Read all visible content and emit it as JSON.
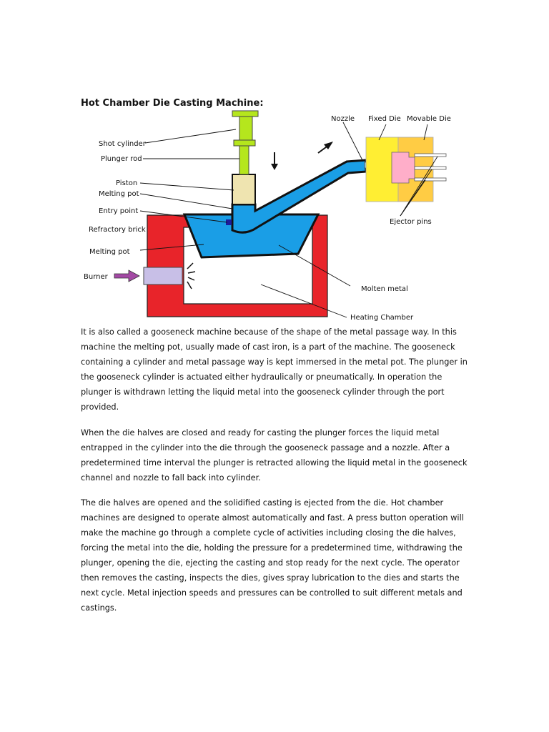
{
  "document": {
    "title": "Hot Chamber Die Casting Machine:",
    "diagram_labels": {
      "shot_cylinder": "Shot cylinder",
      "plunger_rod": "Plunger rod",
      "piston": "Piston",
      "melting_pot_top": "Melting pot",
      "entry_point": "Entry point",
      "refractory_brick": "Refractory brick",
      "melting_pot": "Melting pot",
      "burner": "Burner",
      "nozzle": "Nozzle",
      "fixed_die": "Fixed Die",
      "movable_die": "Movable Die",
      "ejector_pins": "Ejector pins",
      "molten_metal": "Molten metal",
      "heating_chamber": "Heating Chamber"
    },
    "colors": {
      "refractory": "#e8242a",
      "metal": "#1a9ee6",
      "shot_cylinder": "#b5e61d",
      "piston": "#efe4b0",
      "fixed_die": "#ffee33",
      "movable_die": "#ffcc44",
      "die_cavity": "#ffaec9",
      "nozzle": "#99d9ea",
      "burner": "#c8bfe7",
      "arrow": "#a349a4"
    },
    "paragraphs": [
      "It is also called a gooseneck machine because of the shape of the metal passage way. In this machine the melting pot, usually made of cast iron, is a part of the machine. The gooseneck containing a cylinder and metal passage way is kept immersed in the metal pot. The plunger in the gooseneck cylinder is actuated either hydraulically or pneumatically. In operation the plunger is withdrawn letting the liquid metal into the gooseneck cylinder through the port provided.",
      "When the die halves are closed and ready for casting the plunger forces the liquid metal entrapped in the cylinder into the die through the gooseneck passage and a nozzle. After a predetermined time interval the plunger is retracted allowing the liquid metal in the gooseneck channel and nozzle to fall back into cylinder.",
      "The die halves are opened and the solidified casting is ejected from the die. Hot chamber machines are designed to operate almost automatically and fast. A press button operation will make the machine go through a complete cycle of activities including closing the die halves, forcing the metal into the die, holding the pressure for a predetermined time, withdrawing the plunger, opening the die, ejecting the casting and stop ready for the next cycle. The operator then removes the casting, inspects the dies, gives spray lubrication to the dies and starts the next cycle. Metal injection speeds and pressures can be controlled to suit different metals and castings."
    ]
  }
}
